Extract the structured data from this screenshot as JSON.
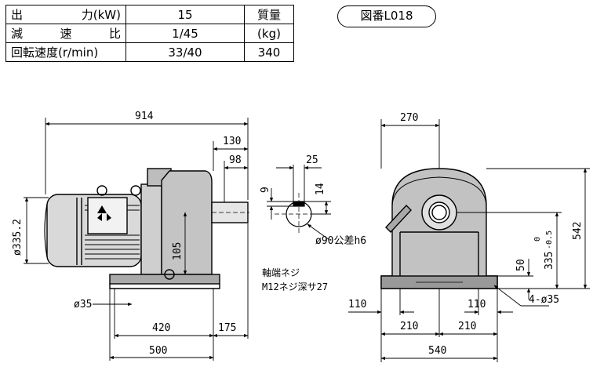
{
  "spec": {
    "output_label_a": "出",
    "output_label_b": "力(kW)",
    "output_value": "15",
    "ratio_label_a": "減",
    "ratio_label_b": "速",
    "ratio_label_c": "比",
    "ratio_value": "1/45",
    "speed_label": "回転速度(r/min)",
    "speed_value": "33/40",
    "mass_label": "質量",
    "mass_unit": "(kg)",
    "mass_value": "340"
  },
  "figure_no": "図番L018",
  "dims": {
    "d914": "914",
    "d130": "130",
    "d98": "98",
    "d25": "25",
    "d9": "9",
    "d14": "14",
    "d270": "270",
    "d542": "542",
    "d3352": "ø335.2",
    "d105": "105",
    "dshaft": "ø90公差h6",
    "d335": "335",
    "tol_upper": "0",
    "tol_lower": "-0.5",
    "d50": "50",
    "d4phi35": "4-ø35",
    "dphi35": "ø35",
    "d420": "420",
    "d175": "175",
    "d500": "500",
    "d110a": "110",
    "d110b": "110",
    "d210a": "210",
    "d210b": "210",
    "d540": "540"
  },
  "note": {
    "line1": "軸端ネジ",
    "line2": "M12ネジ深サ27"
  }
}
